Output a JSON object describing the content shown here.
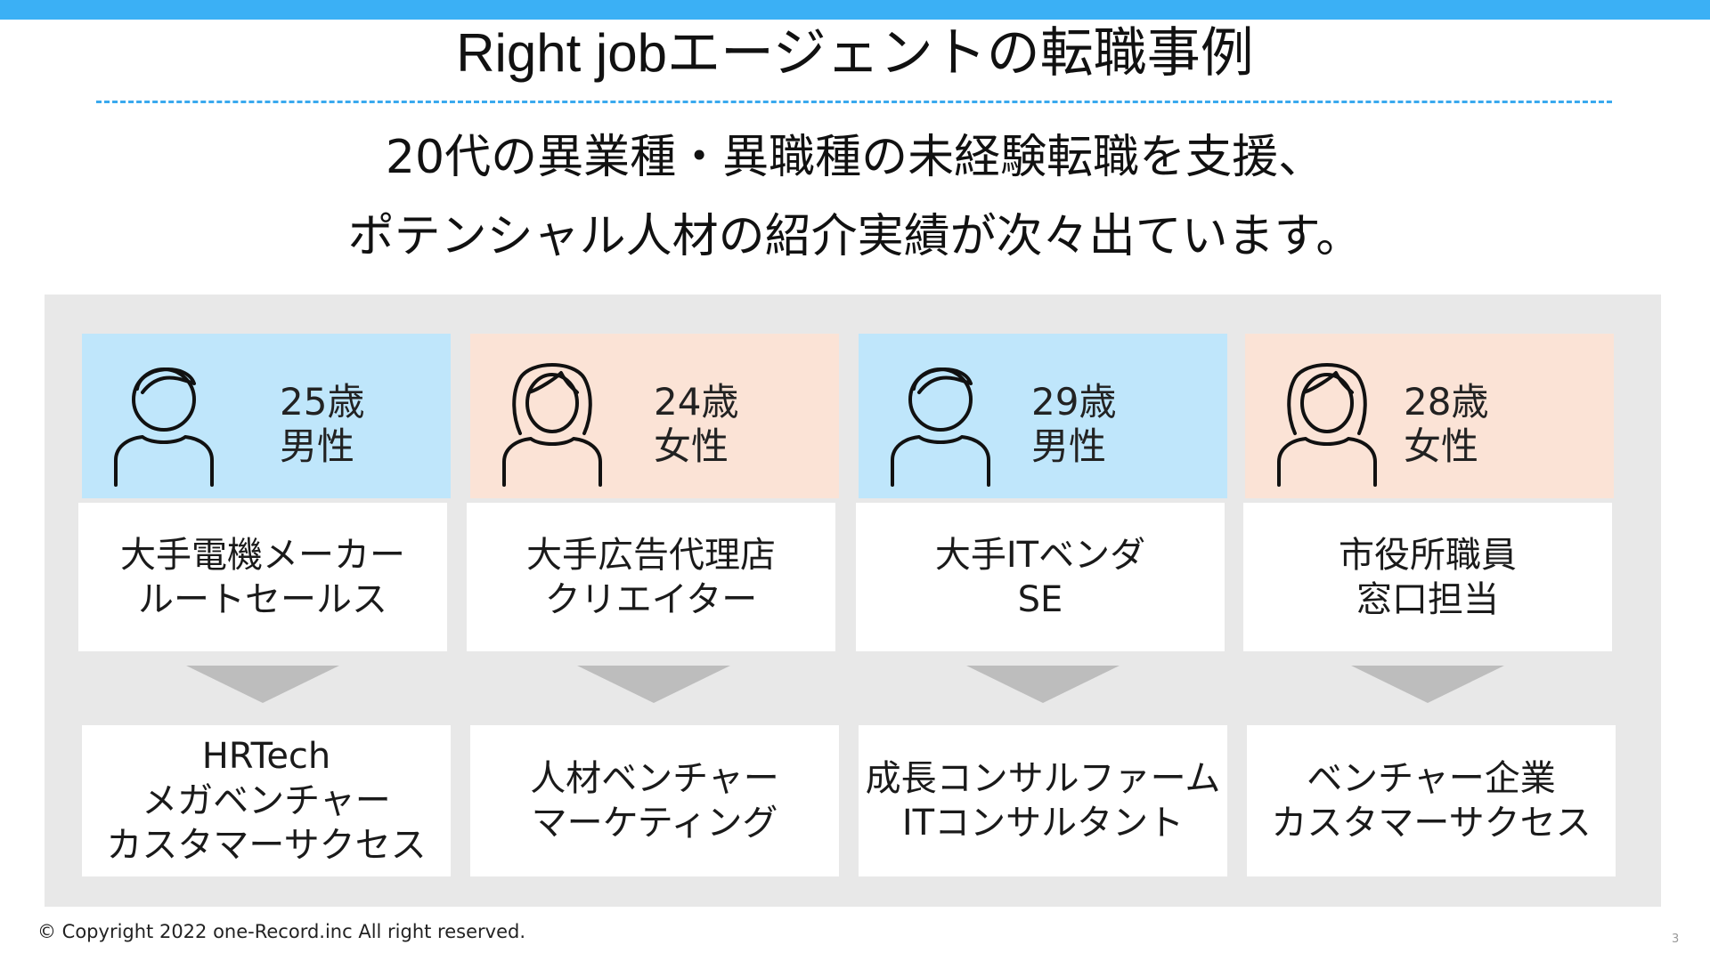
{
  "header": {
    "title": "Right jobエージェントの転職事例",
    "subtitle_line1": "20代の異業種・異職種の未経験転職を支援、",
    "subtitle_line2": "ポテンシャル人材の紹介実績が次々出ています。"
  },
  "cases": [
    {
      "age": "25歳",
      "gender": "男性",
      "icon": "male-person-icon",
      "from": [
        "大手電機メーカー",
        "ルートセールス"
      ],
      "to": [
        "HRTech",
        "メガベンチャー",
        "カスタマーサクセス"
      ]
    },
    {
      "age": "24歳",
      "gender": "女性",
      "icon": "female-person-icon",
      "from": [
        "大手広告代理店",
        "クリエイター"
      ],
      "to": [
        "人材ベンチャー",
        "マーケティング"
      ]
    },
    {
      "age": "29歳",
      "gender": "男性",
      "icon": "male-person-icon",
      "from": [
        "大手ITベンダ",
        "SE"
      ],
      "to": [
        "成長コンサルファーム",
        "ITコンサルタント"
      ]
    },
    {
      "age": "28歳",
      "gender": "女性",
      "icon": "female-person-icon",
      "from": [
        "市役所職員",
        "窓口担当"
      ],
      "to": [
        "ベンチャー企業",
        "カスタマーサクセス"
      ]
    }
  ],
  "footer": {
    "copyright": "© Copyright 2022 one-Record.inc All right reserved.",
    "page_number": "3"
  },
  "colors": {
    "accent_blue": "#3bb0f5",
    "male_card": "#bfe6fb",
    "female_card": "#fbe3d6",
    "panel_gray": "#e8e8e8",
    "arrow_gray": "#bdbdbd"
  }
}
